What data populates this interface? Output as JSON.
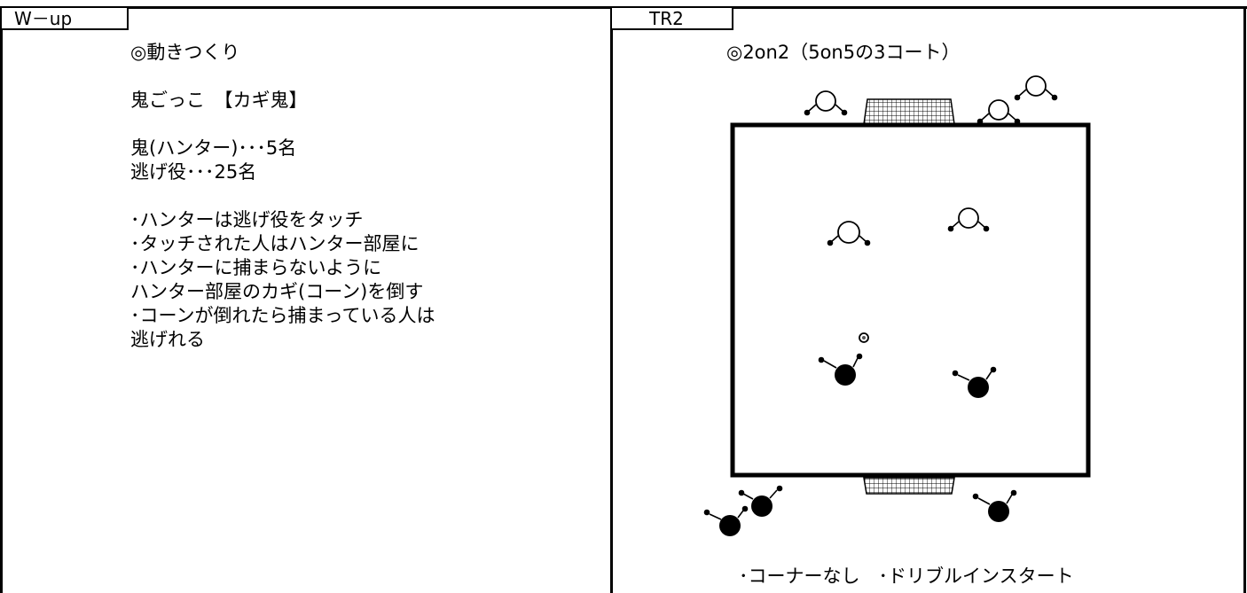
{
  "left_panel": {
    "tab_label": "W－up",
    "lines": [
      "◎動きつくり",
      "",
      "鬼ごっこ　【カギ鬼】",
      "",
      "鬼(ハンター)･･･5名",
      "逃げ役･･･25名",
      "",
      "･ハンターは逃げ役をタッチ",
      "･タッチされた人はハンター部屋に",
      "･ハンターに捕まらないように",
      "ハンター部屋のカギ(コーン)を倒す",
      "･コーンが倒れたら捕まっている人は",
      "逃げれる"
    ]
  },
  "right_panel": {
    "tab_label": "TR2",
    "title": "◎2on2（5on5の3コート）",
    "note": "･コーナーなし　･ドリブルインスタート"
  },
  "colors": {
    "line": "#000000",
    "background": "#ffffff"
  }
}
